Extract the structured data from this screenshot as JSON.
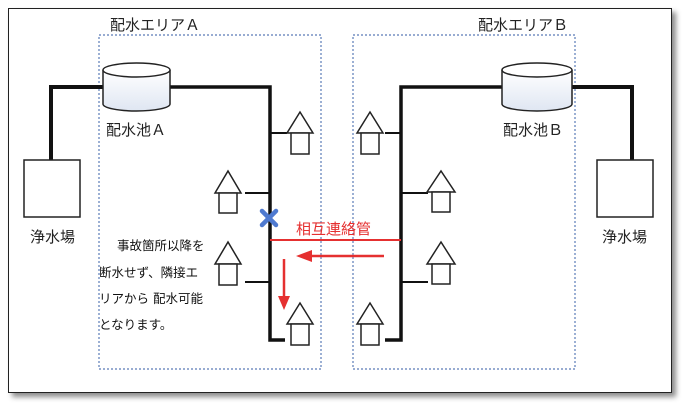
{
  "area_a": {
    "label": "配水エリアＡ",
    "tank_label": "配水池Ａ",
    "plant_label": "浄水場"
  },
  "area_b": {
    "label": "配水エリアＢ",
    "tank_label": "配水池Ｂ",
    "plant_label": "浄水場"
  },
  "connection": {
    "label": "相互連絡管"
  },
  "note": {
    "lines": [
      "事故箇所以降を",
      "断水せず、隣接エ",
      "リアから 配水可能",
      "となります。"
    ]
  },
  "colors": {
    "pipe": "#111111",
    "connection": "#e53030",
    "break_mark": "#4f7ad0",
    "area_border": "#5a7bb8"
  }
}
